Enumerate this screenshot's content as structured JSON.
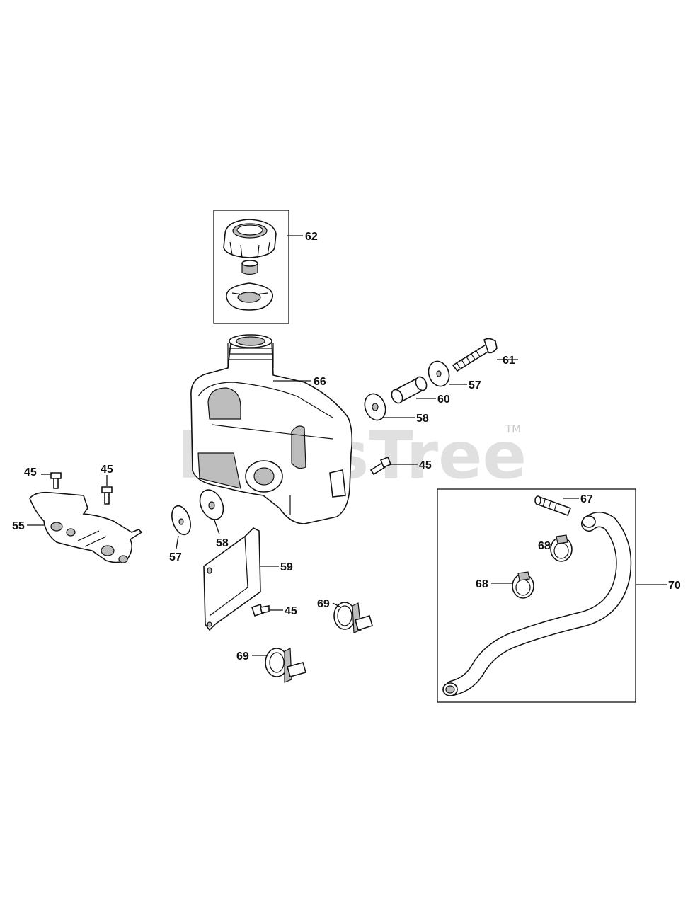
{
  "watermark": {
    "text": "PartsTree",
    "trademark": "TM"
  },
  "callouts": {
    "c62": "62",
    "c66": "66",
    "c61": "61",
    "c57a": "57",
    "c60": "60",
    "c58a": "58",
    "c45a": "45",
    "c45b": "45",
    "c45c": "45",
    "c45d": "45",
    "c55": "55",
    "c57b": "57",
    "c58b": "58",
    "c59": "59",
    "c67": "67",
    "c68a": "68",
    "c68b": "68",
    "c70": "70",
    "c69a": "69",
    "c69b": "69"
  }
}
